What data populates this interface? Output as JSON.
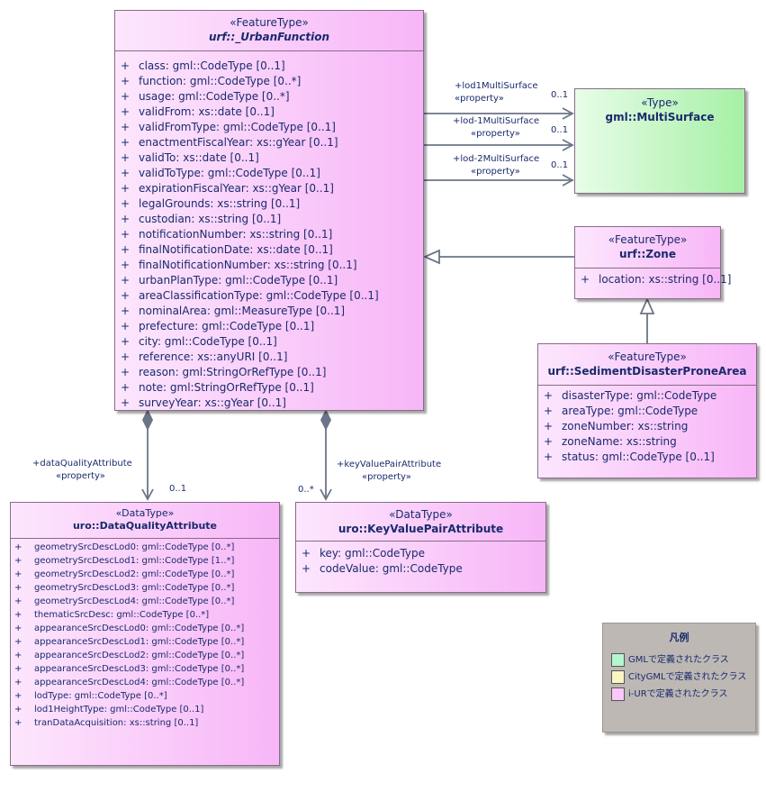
{
  "classes": {
    "urban_function": {
      "stereotype": "«FeatureType»",
      "name": "urf::_UrbanFunction",
      "attributes": [
        "class: gml::CodeType [0..1]",
        "function: gml::CodeType [0..*]",
        "usage: gml::CodeType [0..*]",
        "validFrom: xs::date [0..1]",
        "validFromType: gml::CodeType [0..1]",
        "enactmentFiscalYear: xs::gYear [0..1]",
        "validTo: xs::date [0..1]",
        "validToType: gml::CodeType [0..1]",
        "expirationFiscalYear: xs::gYear [0..1]",
        "legalGrounds: xs::string [0..1]",
        "custodian: xs::string [0..1]",
        "notificationNumber: xs::string [0..1]",
        "finalNotificationDate: xs::date [0..1]",
        "finalNotificationNumber: xs::string [0..1]",
        "urbanPlanType: gml::CodeType [0..1]",
        "areaClassificationType: gml::CodeType [0..1]",
        "nominalArea: gml::MeasureType [0..1]",
        "prefecture: gml::CodeType [0..1]",
        "city: gml::CodeType [0..1]",
        "reference: xs::anyURI [0..1]",
        "reason: gml:StringOrRefType [0..1]",
        "note: gml:StringOrRefType [0..1]",
        "surveyYear: xs::gYear [0..1]"
      ]
    },
    "multi_surface": {
      "stereotype": "«Type»",
      "name": "gml::MultiSurface"
    },
    "zone": {
      "stereotype": "«FeatureType»",
      "name": "urf::Zone",
      "attributes": [
        "location: xs::string [0..1]"
      ]
    },
    "sediment": {
      "stereotype": "«FeatureType»",
      "name": "urf::SedimentDisasterProneArea",
      "attributes": [
        "disasterType: gml::CodeType",
        "areaType: gml::CodeType",
        "zoneNumber: xs::string",
        "zoneName: xs::string",
        "status: gml::CodeType [0..1]"
      ]
    },
    "data_quality": {
      "stereotype": "«DataType»",
      "name": "uro::DataQualityAttribute",
      "attributes": [
        "geometrySrcDescLod0: gml::CodeType [0..*]",
        "geometrySrcDescLod1: gml::CodeType [1..*]",
        "geometrySrcDescLod2: gml::CodeType [0..*]",
        "geometrySrcDescLod3: gml::CodeType [0..*]",
        "geometrySrcDescLod4: gml::CodeType [0..*]",
        "thematicSrcDesc: gml::CodeType [0..*]",
        "appearanceSrcDescLod0: gml::CodeType [0..*]",
        "appearanceSrcDescLod1: gml::CodeType [0..*]",
        "appearanceSrcDescLod2: gml::CodeType [0..*]",
        "appearanceSrcDescLod3: gml::CodeType [0..*]",
        "appearanceSrcDescLod4: gml::CodeType [0..*]",
        "lodType: gml::CodeType [0..*]",
        "lod1HeightType: gml::CodeType [0..1]",
        "tranDataAcquisition: xs::string [0..1]"
      ]
    },
    "key_value": {
      "stereotype": "«DataType»",
      "name": "uro::KeyValuePairAttribute",
      "attributes": [
        "key: gml::CodeType",
        "codeValue: gml::CodeType"
      ]
    }
  },
  "plus_sign": "+",
  "associations": {
    "lod1": {
      "role": "+lod1MultiSurface",
      "stereo": "«property»",
      "mult": "0..1"
    },
    "lod_minus1": {
      "role": "+lod-1MultiSurface",
      "stereo": "«property»",
      "mult": "0..1"
    },
    "lod_minus2": {
      "role": "+lod-2MultiSurface",
      "stereo": "«property»",
      "mult": "0..1"
    },
    "data_quality": {
      "role": "+dataQualityAttribute",
      "stereo": "«property»",
      "mult": "0..1"
    },
    "key_value": {
      "role": "+keyValuePairAttribute",
      "stereo": "«property»",
      "mult": "0..*"
    }
  },
  "legend": {
    "title": "凡例",
    "items": [
      {
        "label": "GMLで定義されたクラス",
        "color": "#b3f7d0"
      },
      {
        "label": "CityGMLで定義されたクラス",
        "color": "#fbf5c2"
      },
      {
        "label": "i-URで定義されたクラス",
        "color": "#fcc8fc"
      }
    ]
  },
  "colors": {
    "line": "#6b7587",
    "pink": "#f7b6f7",
    "green": "#a6f0a6"
  }
}
